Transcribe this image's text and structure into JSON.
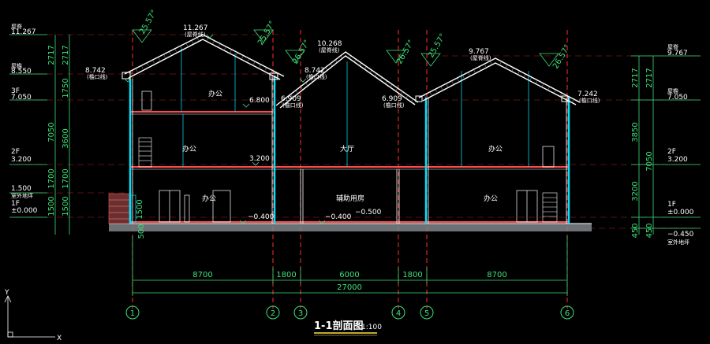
{
  "drawing": {
    "title": "1-1剖面图",
    "scale": "1:100",
    "ucs_y": "Y",
    "ucs_x": "X"
  },
  "rooms": {
    "left_attic": "办公",
    "left_2f": "办公",
    "left_1f": "办公",
    "hall": "大厅",
    "aux": "辅助用房",
    "right_2f": "办公",
    "right_1f": "办公"
  },
  "left_levels": [
    {
      "name": "屋脊",
      "value": "11.267"
    },
    {
      "name": "屋檐",
      "value": "8.550"
    },
    {
      "name": "3F",
      "value": "7.050"
    },
    {
      "name": "2F",
      "value": "3.200"
    },
    {
      "name": "",
      "value": "1.500"
    },
    {
      "name": "室外地坪",
      "value": ""
    },
    {
      "name": "1F",
      "value": "±0.000"
    }
  ],
  "right_levels": [
    {
      "name": "屋脊",
      "value": "9.767"
    },
    {
      "name": "屋檐",
      "value": "7.050"
    },
    {
      "name": "2F",
      "value": "3.200"
    },
    {
      "name": "1F",
      "value": "±0.000"
    },
    {
      "name": "",
      "value": "−0.450"
    },
    {
      "name": "室外地坪",
      "value": ""
    }
  ],
  "left_dims_outer": [
    "2717",
    "7050",
    "1700",
    "1500",
    "500"
  ],
  "left_dims_inner": [
    "2717",
    "1750",
    "3600",
    "1700",
    "1500"
  ],
  "right_dims_inner": [
    "2717",
    "3850",
    "3200",
    "450"
  ],
  "right_dims_outer": [
    "2717",
    "7050",
    "450"
  ],
  "inner_levels": [
    {
      "value": "11.267",
      "note": "(屋脊线)"
    },
    {
      "value": "8.742",
      "note": "(檐口线)"
    },
    {
      "value": "6.800",
      "note": ""
    },
    {
      "value": "8.742",
      "note": "(檐口线)"
    },
    {
      "value": "10.268",
      "note": "(屋脊线)"
    },
    {
      "value": "6.909",
      "note": "(檐口线)"
    },
    {
      "value": "6.909",
      "note": "(檐口线)"
    },
    {
      "value": "9.767",
      "note": "(屋脊线)"
    },
    {
      "value": "7.242",
      "note": "(檐口线)"
    },
    {
      "value": "3.200",
      "note": ""
    },
    {
      "value": "−0.400",
      "note": ""
    },
    {
      "value": "−0.400",
      "note": ""
    },
    {
      "value": "−0.500",
      "note": ""
    },
    {
      "value": "1500",
      "note": ""
    }
  ],
  "roof_angles": [
    "25.57°",
    "25.57°",
    "26.57°",
    "26.57°",
    "25.57°",
    "26.57°"
  ],
  "bottom_dims": [
    "8700",
    "1800",
    "6000",
    "1800",
    "8700"
  ],
  "total_dim": "27000",
  "axes": [
    "1",
    "2",
    "3",
    "4",
    "5",
    "6"
  ],
  "colors": {
    "background": "#000000",
    "wall": "#00e5ff",
    "slab": "#ff4b4b",
    "axis": "#ff3030",
    "dim": "#3ee07a",
    "roof": "#ffffff",
    "grade": "#9aa0a6",
    "stair": "#ffffff",
    "title_underline": "#ffe14a"
  }
}
